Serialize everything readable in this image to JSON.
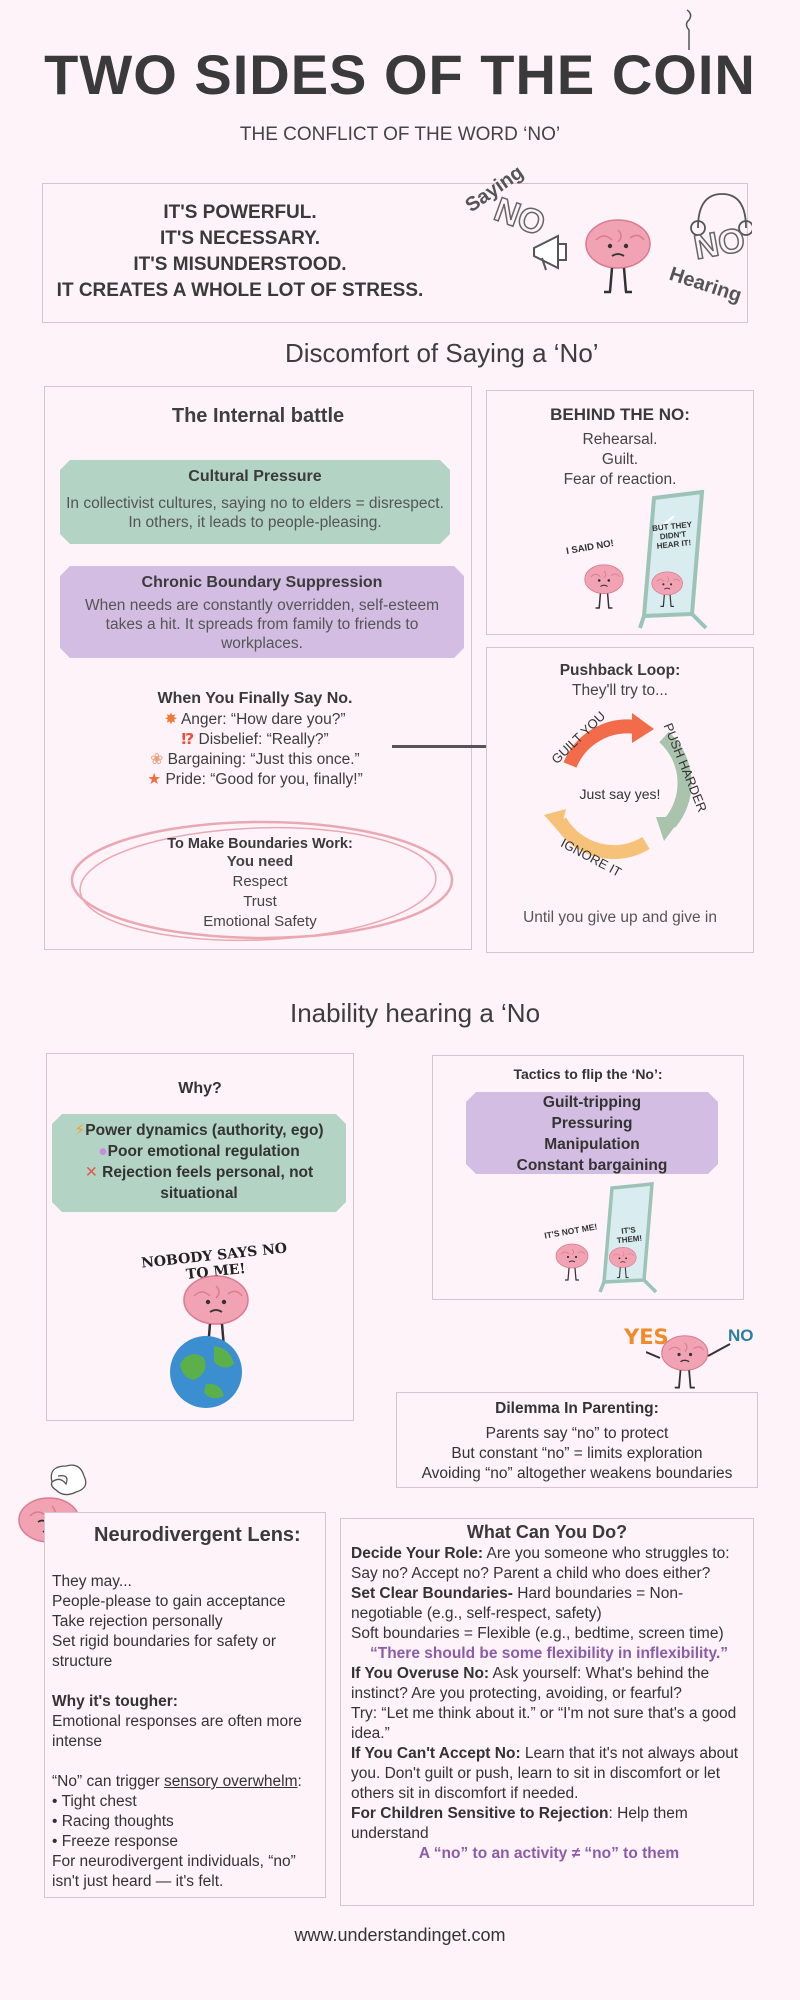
{
  "header": {
    "title": "TWO SIDES OF THE COIN",
    "subtitle": "THE CONFLICT OF THE WORD ‘NO’"
  },
  "intro": {
    "lines": [
      "IT'S POWERFUL.",
      "IT'S NECESSARY.",
      "IT'S MISUNDERSTOOD.",
      "IT CREATES A WHOLE LOT OF STRESS."
    ],
    "saying_label": "Saying",
    "hearing_label": "Hearing",
    "no_word": "NO"
  },
  "section1": {
    "heading": "Discomfort of Saying a ‘No’",
    "internal": {
      "title": "The Internal battle",
      "cultural": {
        "title": "Cultural Pressure",
        "body": "In collectivist cultures, saying no to elders = disrespect. In others, it leads to people-pleasing."
      },
      "chronic": {
        "title": "Chronic Boundary Suppression",
        "body": "When needs are constantly overridden, self-esteem takes a hit. It spreads from family to friends to workplaces."
      },
      "finally": {
        "title": "When You Finally Say No.",
        "items": [
          {
            "icon": "✸",
            "text": "Anger: “How dare you?”"
          },
          {
            "icon": "⁉",
            "text": "Disbelief: “Really?”"
          },
          {
            "icon": "❀",
            "text": "Bargaining: “Just this once.”"
          },
          {
            "icon": "★",
            "text": "Pride: “Good for you, finally!”"
          }
        ]
      },
      "boundaries": {
        "title": "To Make Boundaries Work:",
        "need": "You need",
        "items": [
          "Respect",
          "Trust",
          "Emotional Safety"
        ]
      }
    },
    "behind": {
      "title": "BEHIND THE NO:",
      "items": [
        "Rehearsal.",
        "Guilt.",
        "Fear of reaction."
      ],
      "said_no": "I SAID NO!",
      "mirror_text": "BUT THEY DIDN'T HEAR IT!"
    },
    "pushback": {
      "title": "Pushback Loop:",
      "subtitle": "They'll try to...",
      "center": "Just say yes!",
      "arc1": "GUILT YOU",
      "arc2": "PUSH HARDER",
      "arc3": "IGNORE IT",
      "footer": "Until you give up and give in",
      "colors": {
        "guilt": "#f26b4a",
        "push": "#a9c3ad",
        "ignore": "#f6c27a"
      }
    }
  },
  "section2": {
    "heading": "Inability hearing a ‘No",
    "why": {
      "title": "Why?",
      "items": [
        {
          "icon": "⚡",
          "text": "Power dynamics (authority, ego)"
        },
        {
          "icon": "●",
          "text": "Poor emotional regulation"
        },
        {
          "icon": "✕",
          "text": "Rejection feels personal, not situational"
        }
      ],
      "slogan": "NOBODY SAYS NO TO ME!"
    },
    "tactics": {
      "title": "Tactics to flip the ‘No’:",
      "items": [
        "Guilt-tripping",
        "Pressuring",
        "Manipulation",
        "Constant bargaining"
      ],
      "its_not_me": "IT'S NOT ME!",
      "its_them": "IT'S THEM!"
    },
    "yes_label": "YES",
    "no_label": "NO",
    "parenting": {
      "title": "Dilemma In Parenting:",
      "lines": [
        "Parents say “no” to protect",
        "But constant “no” = limits exploration",
        "Avoiding “no” altogether weakens boundaries"
      ]
    }
  },
  "neuro": {
    "title": "Neurodivergent Lens:",
    "intro": "They may...",
    "items": [
      " People-please to gain acceptance",
      " Take rejection personally",
      " Set rigid boundaries for safety or structure"
    ],
    "tougher_title": "Why it's tougher:",
    "tougher_body": " Emotional responses are often more intense",
    "trigger_pre": "“No” can trigger ",
    "trigger_link": "sensory overwhelm",
    "trigger_post": ":",
    "bullets": [
      " • Tight chest",
      " • Racing thoughts",
      " • Freeze response"
    ],
    "closing": "For neurodivergent individuals, “no” isn't just heard — it's felt."
  },
  "whatcan": {
    "title": "What Can You Do?",
    "role_b": "Decide Your Role:",
    "role": " Are you someone who struggles to: Say no? Accept no? Parent a child who does either?",
    "clear_b": " Set Clear Boundaries-",
    "clear": " Hard boundaries = Non-negotiable (e.g., self-respect, safety)",
    "soft": "Soft boundaries = Flexible (e.g., bedtime, screen time)",
    "flex": "“There should be some flexibility in inflexibility.”",
    "overuse_b": "If You Overuse No:",
    "overuse": " Ask yourself: What's behind the instinct? Are you protecting, avoiding, or fearful?",
    "try": " Try: “Let me think about it.” or “I'm not sure that's a good idea.”",
    "cant_b": " If You Can't Accept No:",
    "cant": " Learn that it's not always about you. Don't guilt or push, learn to sit in discomfort or let others sit in discomfort if needed.",
    "children_b": "For Children Sensitive to Rejection",
    "children": ":  Help them understand",
    "activity": "A “no” to an activity ≠ “no” to them"
  },
  "footer": {
    "url": "www.understandinget.com"
  },
  "colors": {
    "background": "#fdf3f8",
    "green_box": "#b3d3c4",
    "purple_box": "#d4bde2",
    "brain_pink": "#f2a3b3",
    "accent_purple": "#8c5ca8",
    "yes_orange": "#f08a2a",
    "no_teal": "#2b7f9e"
  }
}
